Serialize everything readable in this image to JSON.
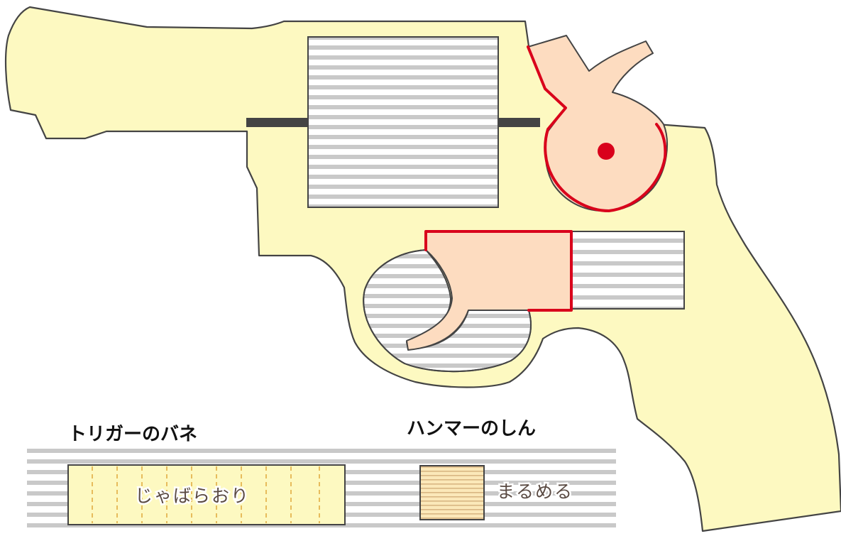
{
  "labels": {
    "trigger_spring": "トリガーのバネ",
    "hammer_pin": "ハンマーのしん",
    "accordion_fold": "じゃばらおり",
    "roll_up": "まるめる"
  },
  "colors": {
    "frame_fill": "#fdf9c1",
    "outline": "#444444",
    "stripe": "#c9c9c9",
    "part_fill": "#fddcc0",
    "highlight": "#d9001b",
    "rod": "#444444",
    "fold_line": "#e0a83a",
    "roll_stripe": "#d9b683",
    "roll_fill": "#fbe8b9"
  },
  "icons": [
    "revolver-diagram",
    "hammer-pivot-dot"
  ]
}
